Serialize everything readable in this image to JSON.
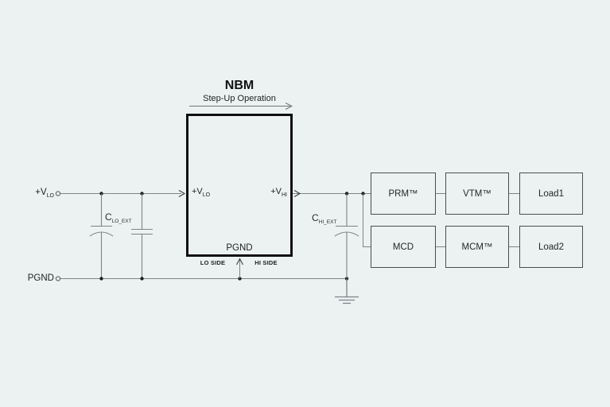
{
  "colors": {
    "background": "#ecf2f2",
    "wire": "#7d8485",
    "nbm_border": "#0f0f0f",
    "block_border": "#4c4c4c",
    "text": "#1f1f1f"
  },
  "nbm": {
    "title": "NBM",
    "subtitle": "Step-Up Operation",
    "pin_vlo": {
      "main": "+V",
      "sub": "LO"
    },
    "pin_vhi": {
      "main": "+V",
      "sub": "HI"
    },
    "pin_pgnd": "PGND",
    "lo_side": "LO SIDE",
    "hi_side": "HI SIDE"
  },
  "terminals": {
    "vlo": {
      "main": "+V",
      "sub": "LO"
    },
    "pgnd": "PGND"
  },
  "capacitors": {
    "lo": {
      "main": "C",
      "sub": "LO_EXT"
    },
    "hi": {
      "main": "C",
      "sub": "HI_EXT"
    }
  },
  "blocks": [
    {
      "label": "PRM™"
    },
    {
      "label": "VTM™"
    },
    {
      "label": "Load1"
    },
    {
      "label": "MCD"
    },
    {
      "label": "MCM™"
    },
    {
      "label": "Load2"
    }
  ]
}
